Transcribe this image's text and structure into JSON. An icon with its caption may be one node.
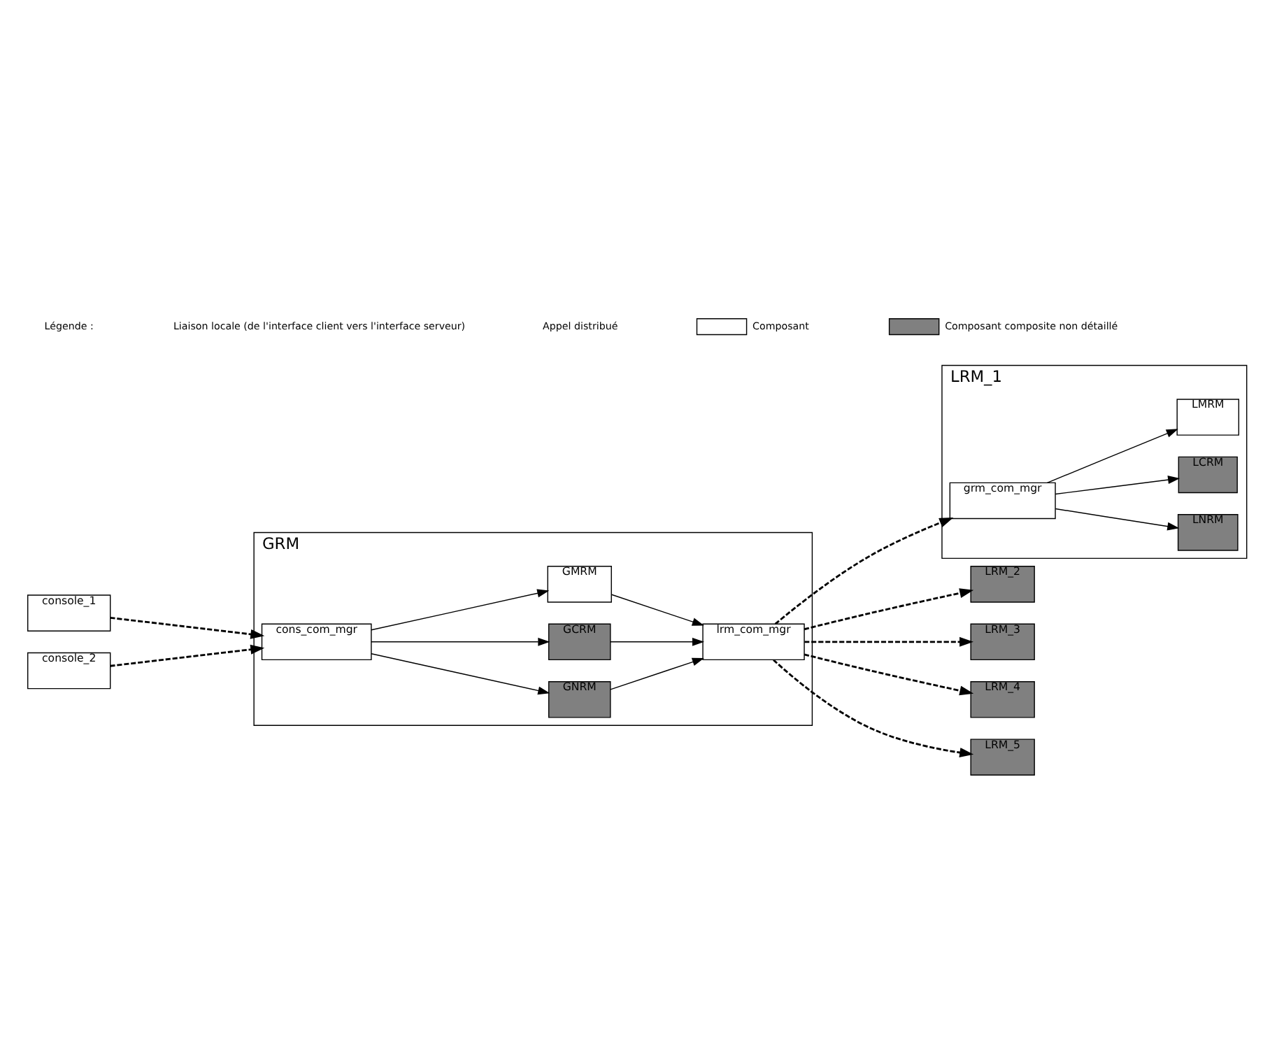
{
  "diagram": {
    "nodes": [
      {
        "text": [
          "LRM_1"
        ]
      },
      {
        "text": [
          "grm_com_mgr"
        ],
        "in": 0
      },
      {
        "text": [
          "LNRM"
        ],
        "in": 0
      },
      {
        "text": [
          "LCRM"
        ],
        "in": 0
      },
      {
        "text": [
          "LMRM"
        ],
        "in": 0
      },
      {
        "text": [
          "console_1"
        ]
      },
      {
        "text": [
          "console_2"
        ]
      },
      {
        "text": [
          "GRM"
        ]
      },
      {
        "text": [
          "cons_com_mgr"
        ],
        "in": 7
      },
      {
        "text": [
          "GNRM"
        ],
        "in": 7
      },
      {
        "text": [
          "GCRM"
        ],
        "in": 7
      },
      {
        "text": [
          "GMRM"
        ],
        "in": 7
      },
      {
        "text": [
          "lrm_com_mgr"
        ],
        "in": 7
      },
      {
        "text": [
          "LRM_2"
        ]
      },
      {
        "text": [
          "LRM_3"
        ]
      },
      {
        "text": [
          "LRM_4"
        ]
      },
      {
        "text": [
          "LRM_5"
        ]
      }
    ],
    "edges": [
      {
        "from": 5,
        "to": 8,
        "arrow": "to",
        "style": "dashed"
      },
      {
        "from": 6,
        "to": 8,
        "arrow": "to",
        "style": "dashed"
      },
      {
        "from": 8,
        "to": 9,
        "arrow": "to"
      },
      {
        "from": 8,
        "to": 10,
        "arrow": "to"
      },
      {
        "from": 8,
        "to": 11,
        "arrow": "to"
      },
      {
        "from": 9,
        "to": 12,
        "arrow": "to"
      },
      {
        "from": 10,
        "to": 12,
        "arrow": "to"
      },
      {
        "from": 11,
        "to": 12,
        "arrow": "to"
      },
      {
        "from": 12,
        "to": 1,
        "arrow": "to",
        "style": "dashed"
      },
      {
        "from": 12,
        "to": 13,
        "arrow": "to",
        "style": "dashed"
      },
      {
        "from": 12,
        "to": 14,
        "arrow": "to",
        "style": "dashed"
      },
      {
        "from": 12,
        "to": 15,
        "arrow": "to",
        "style": "dashed"
      },
      {
        "from": 12,
        "to": 16,
        "arrow": "to",
        "style": "dashed"
      },
      {
        "from": 1,
        "to": 2,
        "arrow": "to"
      },
      {
        "from": 1,
        "to": 3,
        "arrow": "to"
      },
      {
        "from": 1,
        "to": 4,
        "arrow": "to"
      }
    ],
    "labels": [
      "Légende :"
    ],
    "legend": [
      {
        "text": "Liaison locale (de l'interface client vers l'interface serveur)"
      },
      {
        "text": "Appel distribué"
      },
      {
        "text": "Composant",
        "color": "#ffffff"
      },
      {
        "text": "Composant composite non détaillé",
        "color": "#808080"
      }
    ]
  }
}
